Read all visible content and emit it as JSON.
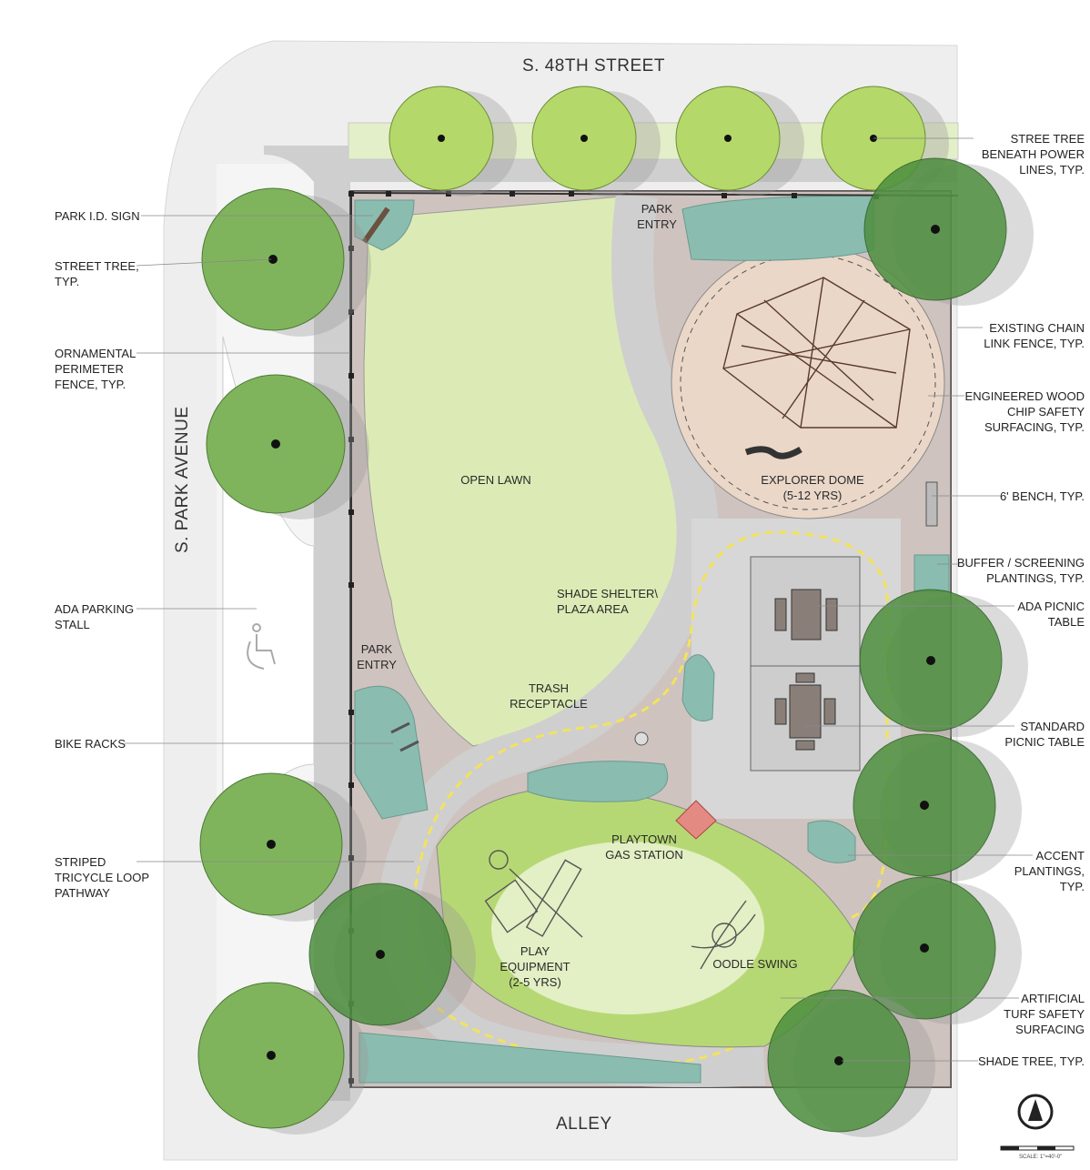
{
  "streets": {
    "north": "S. 48TH STREET",
    "west": "S. PARK AVENUE",
    "south": "ALLEY"
  },
  "left_labels": [
    "PARK I.D. SIGN",
    "STREET TREE,\nTYP.",
    "ORNAMENTAL\nPERIMETER\nFENCE, TYP.",
    "ADA PARKING\nSTALL",
    "BIKE RACKS",
    "STRIPED\nTRICYCLE LOOP\nPATHWAY"
  ],
  "right_labels": [
    "STREE TREE\nBENEATH POWER\nLINES, TYP.",
    "EXISTING CHAIN\nLINK FENCE, TYP.",
    "ENGINEERED WOOD\nCHIP SAFETY\nSURFACING, TYP.",
    "6' BENCH, TYP.",
    "BUFFER / SCREENING\nPLANTINGS, TYP.",
    "ADA PICNIC\nTABLE",
    "STANDARD\nPICNIC TABLE",
    "ACCENT\nPLANTINGS,\nTYP.",
    "ARTIFICIAL\nTURF SAFETY\nSURFACING",
    "SHADE TREE, TYP."
  ],
  "map_labels": {
    "park_entry_north": "PARK\nENTRY",
    "park_entry_west": "PARK\nENTRY",
    "open_lawn": "OPEN LAWN",
    "explorer_dome": "EXPLORER DOME\n(5-12 YRS)",
    "shade_shelter": "SHADE SHELTER\\\nPLAZA AREA",
    "trash_receptacle": "TRASH\nRECEPTACLE",
    "playtown": "PLAYTOWN\nGAS STATION",
    "play_equipment": "PLAY\nEQUIPMENT\n(2-5 YRS)",
    "oodle_swing": "OODLE SWING"
  },
  "scale_text": "SCALE: 1\"=40'-0\"",
  "colors": {
    "lawn": "#d9eab0",
    "lawn_dark": "#a9d05a",
    "path": "#cfcfcf",
    "walk": "#e2e2e2",
    "tree_dark": "#4d8f3f",
    "tree_mid": "#7fb45c",
    "tree_light": "#b5d86a",
    "shrub": "#8bbcb0",
    "woodchip": "#ead7c8",
    "planting_bed": "#c7a79b",
    "tricycle_stripe": "#f3e35a"
  }
}
